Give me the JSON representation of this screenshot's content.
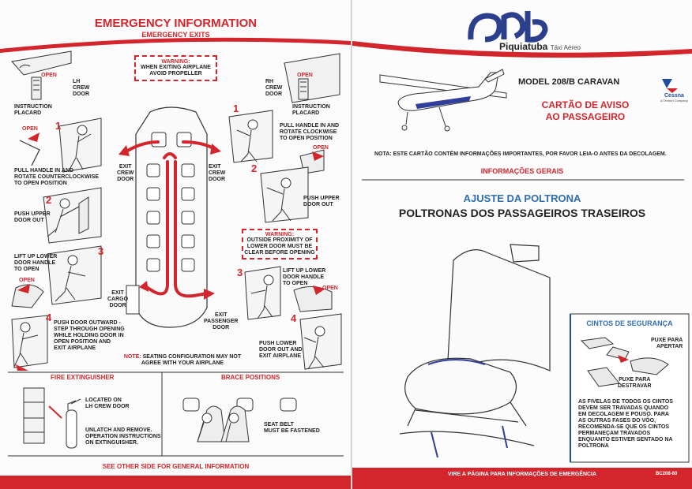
{
  "left": {
    "title": "EMERGENCY INFORMATION",
    "subtitle": "EMERGENCY EXITS",
    "warning_top": {
      "head": "WARNING:",
      "line1": "WHEN EXITING AIRPLANE",
      "line2": "AVOID PROPELLER"
    },
    "lh_crew_door": {
      "line1": "LH",
      "line2": "CREW",
      "line3": "DOOR"
    },
    "rh_crew_door": {
      "line1": "RH",
      "line2": "CREW",
      "line3": "DOOR"
    },
    "instruction_placard_l": {
      "line1": "INSTRUCTION",
      "line2": "PLACARD"
    },
    "instruction_placard_r": {
      "line1": "INSTRUCTION",
      "line2": "PLACARD"
    },
    "open": "OPEN",
    "lh_step1": {
      "num": "1",
      "line1": "PULL HANDLE IN AND",
      "line2": "ROTATE COUNTERCLOCKWISE",
      "line3": "TO OPEN POSITION"
    },
    "lh_step2": {
      "num": "2",
      "line1": "PUSH UPPER",
      "line2": "DOOR OUT"
    },
    "cargo_step3": {
      "num": "3",
      "line1": "LIFT UP LOWER",
      "line2": "DOOR HANDLE",
      "line3": "TO OPEN"
    },
    "cargo_step4": {
      "num": "4",
      "line1": "PUSH DOOR OUTWARD -",
      "line2": "STEP THROUGH OPENING",
      "line3": "WHILE HOLDING DOOR IN",
      "line4": "OPEN POSITION AND",
      "line5": "EXIT AIRPLANE"
    },
    "rh_step1": {
      "num": "1",
      "line1": "PULL HANDLE IN AND",
      "line2": "ROTATE CLOCKWISE",
      "line3": "TO OPEN POSITION"
    },
    "rh_step2": {
      "num": "2",
      "line1": "PUSH UPPER",
      "line2": "DOOR OUT"
    },
    "pass_step3": {
      "num": "3",
      "line1": "LIFT UP LOWER",
      "line2": "DOOR HANDLE",
      "line3": "TO OPEN"
    },
    "pass_step4": {
      "num": "4",
      "line1": "PUSH LOWER",
      "line2": "DOOR OUT AND",
      "line3": "EXIT AIRPLANE"
    },
    "exit_crew_left": {
      "line1": "EXIT",
      "line2": "CREW",
      "line3": "DOOR"
    },
    "exit_crew_right": {
      "line1": "EXIT",
      "line2": "CREW",
      "line3": "DOOR"
    },
    "exit_cargo": {
      "line1": "EXIT",
      "line2": "CARGO",
      "line3": "DOOR"
    },
    "exit_passenger": {
      "line1": "EXIT",
      "line2": "PASSENGER",
      "line3": "DOOR"
    },
    "warning_mid": {
      "head": "WARNING:",
      "line1": "OUTSIDE PROXIMITY OF",
      "line2": "LOWER DOOR MUST BE",
      "line3": "CLEAR BEFORE OPENING"
    },
    "note": {
      "prefix": "NOTE:",
      "line1": "SEATING CONFIGURATION MAY NOT",
      "line2": "AGREE WITH YOUR AIRPLANE"
    },
    "fire": {
      "title": "FIRE EXTINGUISHER",
      "loc1": "LOCATED ON",
      "loc2": "LH CREW DOOR",
      "ins1": "UNLATCH AND REMOVE.",
      "ins2": "OPERATION INSTRUCTIONS",
      "ins3": "ON EXTINGUISHER."
    },
    "brace": {
      "title": "BRACE POSITIONS",
      "belt1": "SEAT BELT",
      "belt2": "MUST BE FASTENED"
    },
    "footer": "SEE OTHER SIDE FOR GENERAL INFORMATION"
  },
  "right": {
    "brand": "Piquiatuba",
    "brand_sub": "Táxi Aéreo",
    "model": "MODEL 208/B CARAVAN",
    "card_title1": "CARTÃO DE AVISO",
    "card_title2": "AO PASSAGEIRO",
    "cessna": "Cessna",
    "cessna_sub": "A Textron Company",
    "note": "NOTA: ESTE CARTÃO CONTÉM INFORMAÇÕES IMPORTANTES, POR FAVOR LEIA-O ANTES DA DECOLAGEM.",
    "section": "INFORMAÇÕES GERAIS",
    "adjust": "AJUSTE DA POLTRONA",
    "rear_seats": "POLTRONAS DOS PASSAGEIROS TRASEIROS",
    "belts": {
      "title": "CINTOS DE SEGURANÇA",
      "push_open1": "PUXE PARA",
      "push_open2": "APERTAR",
      "push_unlock1": "PUXE PARA",
      "push_unlock2": "DESTRAVAR",
      "text": [
        "AS FIVELAS DE TODOS OS CINTOS",
        "DEVEM SER TRAVADAS QUANDO",
        "EM DECOLAGEM E POUSO. PARA",
        "AS OUTRAS FASES DO VÔO,",
        "RECOMENDA-SE QUE OS CINTOS",
        "PERMANEÇAM TRAVADOS",
        "ENQUANTO ESTIVER SENTADO NA",
        "POLTRONA"
      ]
    },
    "footer": "VIRE A PÁGINA PARA INFORMAÇÕES DE EMERGÊNCIA",
    "code": "BC208-80"
  },
  "colors": {
    "accent_red": "#d3262c",
    "brand_blue": "#2f6db4",
    "logo_navy": "#2b3f8c"
  }
}
